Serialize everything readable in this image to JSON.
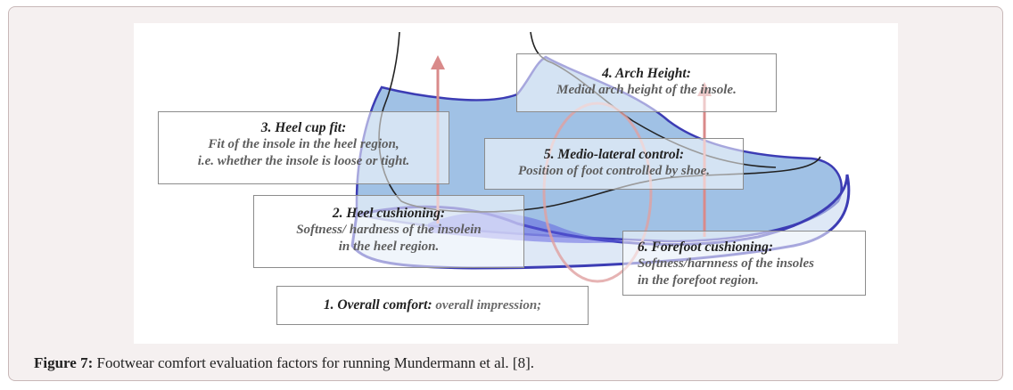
{
  "caption": {
    "label": "Figure 7:",
    "text": " Footwear comfort evaluation factors for running Mundermann et al. [8]."
  },
  "factors": {
    "f1": {
      "title": "1. Overall comfort:",
      "desc": " overall impression;"
    },
    "f2": {
      "title": "2. Heel cushioning:",
      "desc1": "Softness/ hardness of the insolein",
      "desc2": "in the heel region."
    },
    "f3": {
      "title": "3. Heel cup fit:",
      "desc1": "Fit of the insole in the heel region,",
      "desc2": "i.e. whether the insole is loose or tight."
    },
    "f4": {
      "title": "4. Arch Height:",
      "desc1": "Medial arch height of the insole."
    },
    "f5": {
      "title": "5. Medio-lateral control:",
      "desc1": "Position of foot controlled by shoe."
    },
    "f6": {
      "title": "6. Forefoot cushioning:",
      "desc1": "Softness/harnness of the insoles",
      "desc2": "in the forefoot region."
    }
  },
  "colors": {
    "shoe_fill": "#8fb6e0",
    "shoe_outline": "#3c3cb4",
    "arrow": "#d98a8a",
    "frame_bg": "#f5f0f0"
  }
}
